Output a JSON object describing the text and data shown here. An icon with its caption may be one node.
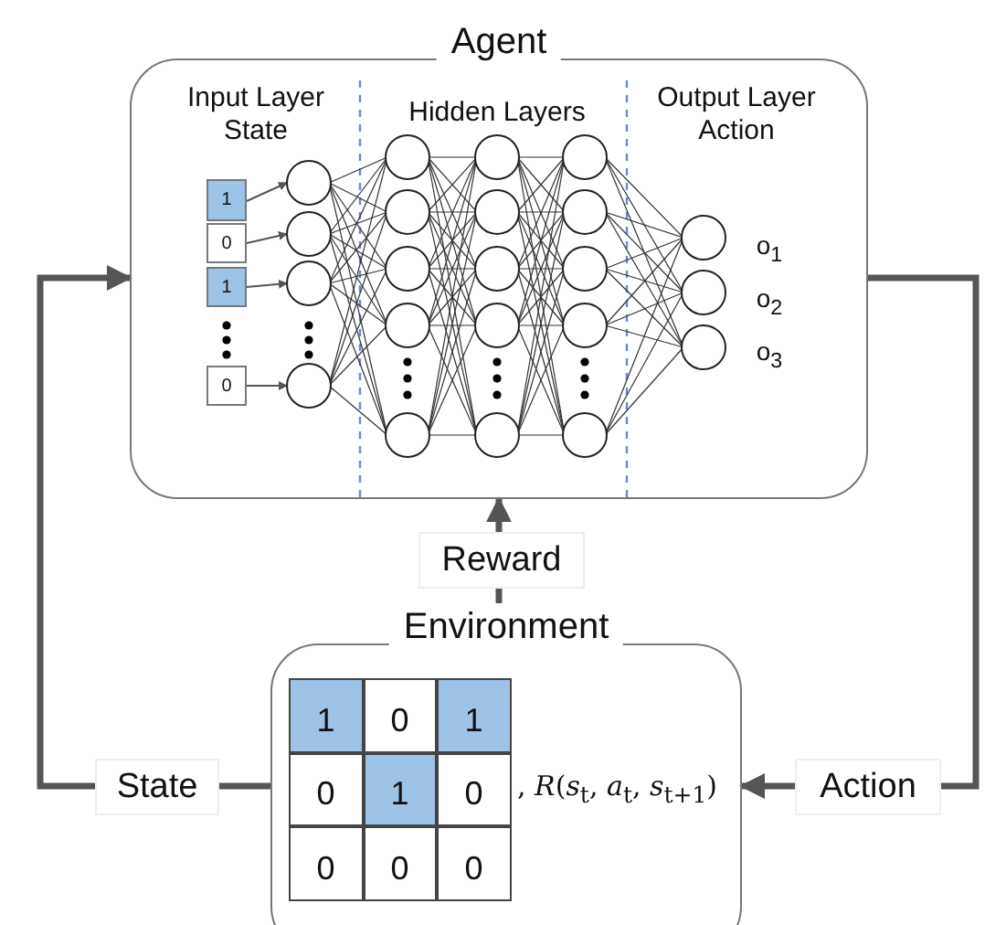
{
  "diagram": {
    "nodes": [
      {
        "text": [
          "Agent"
        ]
      },
      {
        "text": [
          "Environment"
        ]
      },
      {
        "text": [
          "State"
        ]
      },
      {
        "text": [
          "Action"
        ]
      },
      {
        "text": [
          "Reward"
        ]
      }
    ],
    "edges": [
      {
        "from": 1,
        "to": 2,
        "arrow": "none"
      },
      {
        "from": 2,
        "to": 0,
        "arrow": "to"
      },
      {
        "from": 0,
        "to": 3,
        "arrow": "none"
      },
      {
        "from": 3,
        "to": 1,
        "arrow": "to"
      },
      {
        "from": 1,
        "to": 4,
        "arrow": "none"
      },
      {
        "from": 4,
        "to": 0,
        "arrow": "to"
      }
    ],
    "labels": [
      "Input Layer",
      "State",
      "Hidden Layers",
      "Output Layer",
      "Action",
      "1",
      "0",
      "1",
      "0",
      "o$_{1}$",
      "o$_{2}$",
      "o$_{3}$",
      "1",
      "0",
      "1",
      "0",
      "1",
      "0",
      "0",
      "0",
      "0",
      ", *R*(*s*$_{t}$, *a*$_{t}$, *s*$_{t+1}$)"
    ]
  }
}
